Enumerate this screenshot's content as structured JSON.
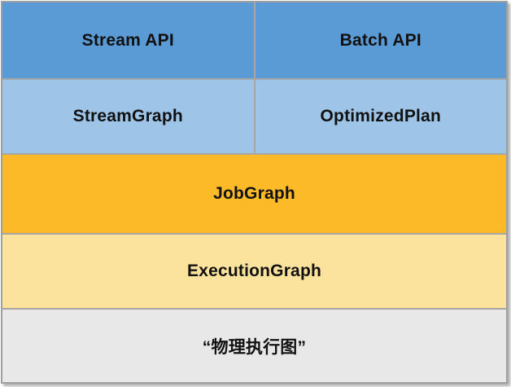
{
  "diagram": {
    "title": "flink-graph-layers-diagram",
    "rows": [
      {
        "name": "api-layer",
        "cells": [
          {
            "label": "Stream API"
          },
          {
            "label": "Batch API"
          }
        ],
        "color": "#5b9bd5"
      },
      {
        "name": "logical-graph-layer",
        "cells": [
          {
            "label": "StreamGraph"
          },
          {
            "label": "OptimizedPlan"
          }
        ],
        "color": "#9ec4e8"
      },
      {
        "name": "jobgraph-layer",
        "cells": [
          {
            "label": "JobGraph"
          }
        ],
        "color": "#fcba28"
      },
      {
        "name": "executiongraph-layer",
        "cells": [
          {
            "label": "ExecutionGraph"
          }
        ],
        "color": "#fbe39e"
      },
      {
        "name": "physical-layer",
        "cells": [
          {
            "label": "“物理执行图”"
          }
        ],
        "color": "#e8e8e8"
      }
    ],
    "divider_color": "#a6a6a6",
    "border_color": "#9f9f9f"
  }
}
